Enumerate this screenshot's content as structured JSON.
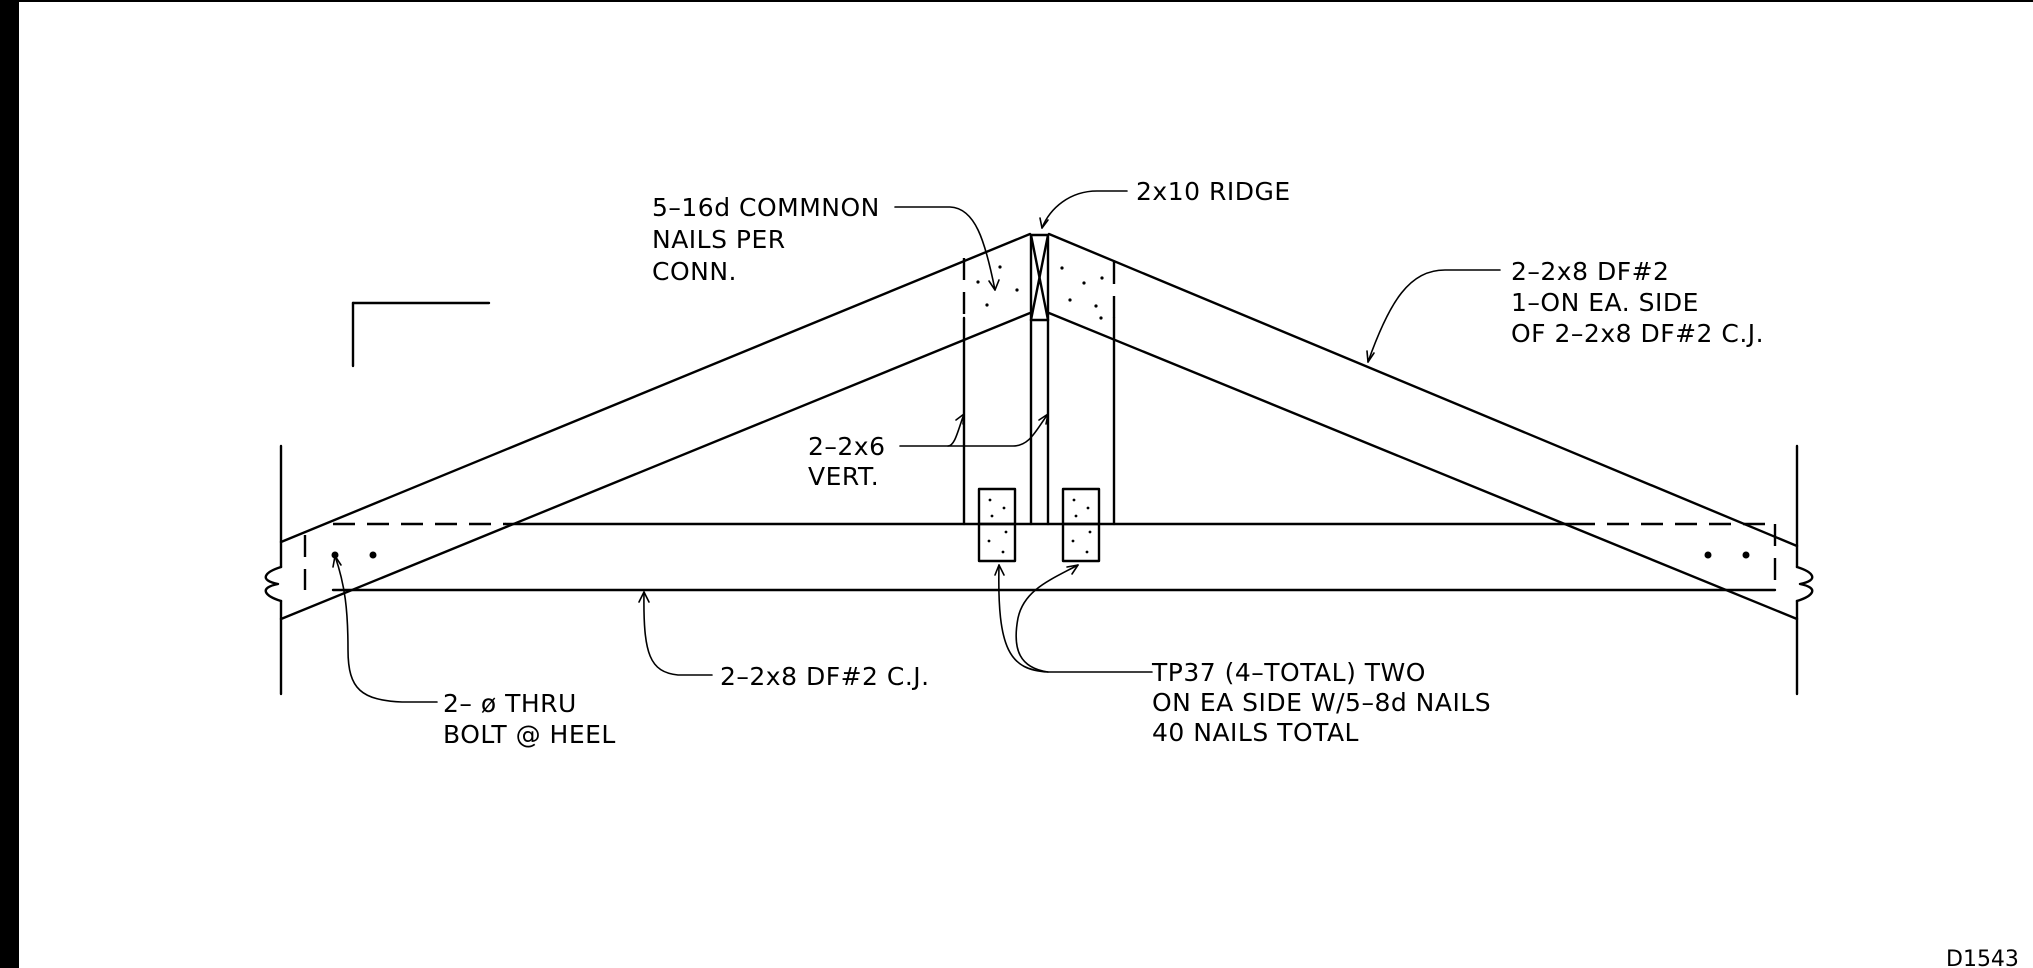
{
  "labels": {
    "ridge": "2x10 RIDGE",
    "nails": [
      "5–16d COMMNON",
      "NAILS PER",
      "CONN."
    ],
    "rafters": [
      "2–2x8 DF#2",
      "1–ON EA. SIDE",
      "OF 2–2x8 DF#2 C.J."
    ],
    "vert": [
      "2–2x6",
      "VERT."
    ],
    "ceiling_joist": "2–2x8 DF#2 C.J.",
    "bolt": [
      "2–   ø THRU",
      "BOLT @ HEEL"
    ],
    "tp37": [
      "TP37 (4–TOTAL) TWO",
      "ON EA SIDE W/5–8d NAILS",
      "40 NAILS TOTAL"
    ],
    "drawing_code": "D1543"
  }
}
